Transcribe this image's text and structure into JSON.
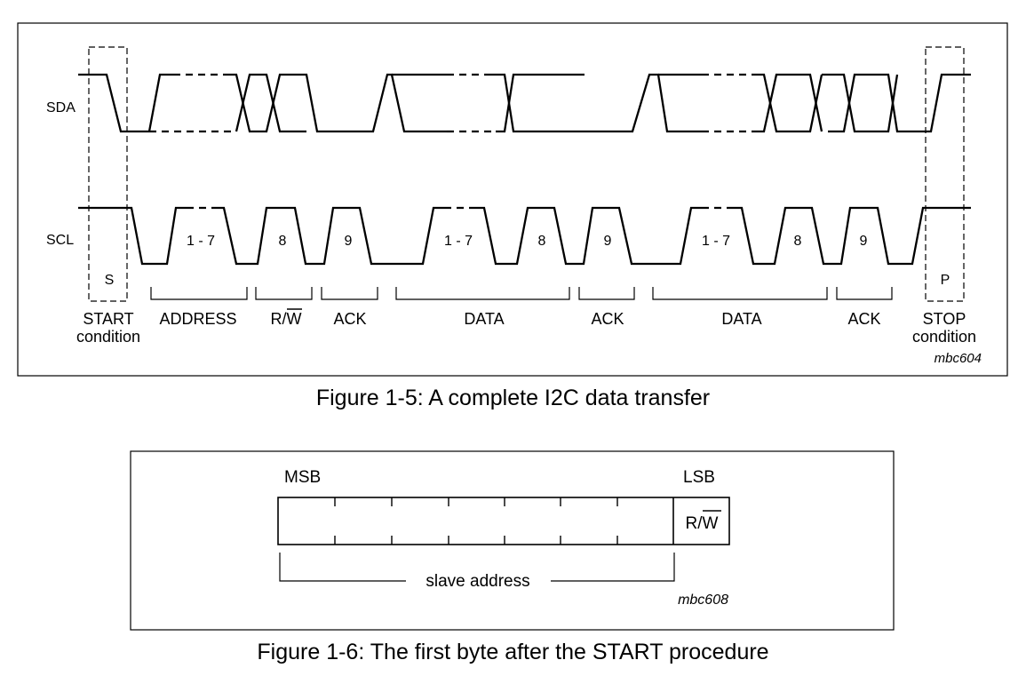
{
  "figure1": {
    "signals": {
      "sda": "SDA",
      "scl": "SCL"
    },
    "pulse_labels": [
      "1 - 7",
      "8",
      "9",
      "1 - 7",
      "8",
      "9",
      "1 - 7",
      "8",
      "9"
    ],
    "start_symbol": "S",
    "stop_symbol": "P",
    "start_condition": [
      "START",
      "condition"
    ],
    "stop_condition": [
      "STOP",
      "condition"
    ],
    "segments": [
      {
        "id": "address",
        "text": "ADDRESS"
      },
      {
        "id": "rw",
        "text": "R/W"
      },
      {
        "id": "ack1",
        "text": "ACK"
      },
      {
        "id": "data1",
        "text": "DATA"
      },
      {
        "id": "ack2",
        "text": "ACK"
      },
      {
        "id": "data2",
        "text": "DATA"
      },
      {
        "id": "ack3",
        "text": "ACK"
      }
    ],
    "tag": "mbc604",
    "caption": "Figure 1-5: A complete I2C data transfer"
  },
  "figure2": {
    "msb": "MSB",
    "lsb": "LSB",
    "last_cell": "R/W",
    "brace_label": "slave address",
    "tag": "mbc608",
    "caption": "Figure 1-6: The first byte after the START procedure"
  }
}
